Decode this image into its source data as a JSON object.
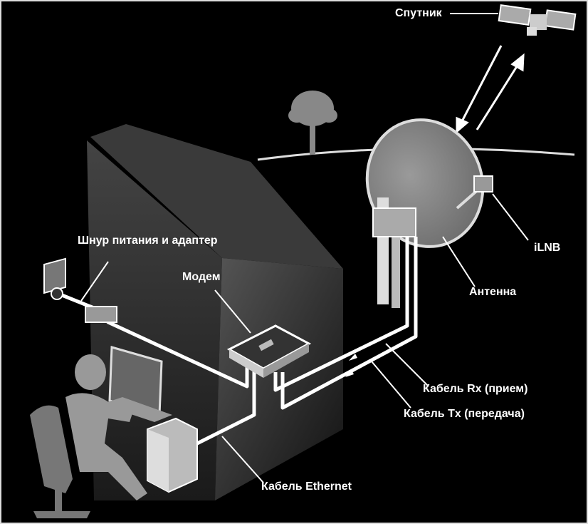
{
  "labels": {
    "satellite": "Спутник",
    "power_cord": "Шнур питания и адаптер",
    "modem": "Модем",
    "ilnb": "iLNB",
    "antenna": "Антенна",
    "cable_rx": "Кабель Rx (прием)",
    "cable_tx": "Кабель Tx (передача)",
    "cable_ethernet": "Кабель Ethernet"
  },
  "colors": {
    "background": "#000000",
    "cable": "#ffffff",
    "objects": "#8a8a8a"
  }
}
